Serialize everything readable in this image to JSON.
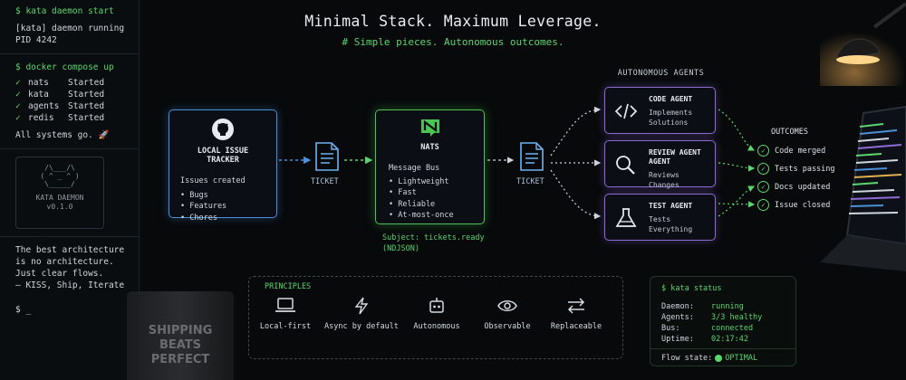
{
  "terminal": {
    "cmd1": "$ kata daemon start",
    "out1": "[kata] daemon running",
    "out2": "PID 4242",
    "cmd2": "$ docker compose up",
    "services": [
      {
        "name": "nats",
        "state": "Started"
      },
      {
        "name": "kata",
        "state": "Started"
      },
      {
        "name": "agents",
        "state": "Started"
      },
      {
        "name": "redis",
        "state": "Started"
      }
    ],
    "all_go": "All systems go. 🚀",
    "logo_art": " /\\___/\\ \n( ^ _ ^ )\n \\_____/ ",
    "logo_name": "KATA DAEMON",
    "logo_version": "v0.1.0",
    "quote": [
      "The best architecture",
      "is no architecture.",
      "Just clear flows.",
      "– KISS, Ship, Iterate"
    ],
    "prompt": "$ _"
  },
  "header": {
    "title": "Minimal Stack. Maximum Leverage.",
    "subtitle": "# Simple pieces. Autonomous outcomes."
  },
  "tracker": {
    "title": "LOCAL ISSUE TRACKER",
    "sub": "Issues created",
    "items": [
      "• Bugs",
      "• Features",
      "• Chores"
    ]
  },
  "ticket1": "TICKET",
  "ticket2": "TICKET",
  "nats": {
    "title": "NATS",
    "sub": "Message Bus",
    "items": [
      "• Lightweight",
      "• Fast",
      "• Reliable",
      "• At-most-once"
    ],
    "subject": "Subject: tickets.ready",
    "format": "(NDJSON)"
  },
  "agents": {
    "heading": "AUTONOMOUS AGENTS",
    "list": [
      {
        "name": "CODE AGENT",
        "desc": [
          "Implements",
          "Solutions"
        ]
      },
      {
        "name": "REVIEW AGENT AGENT",
        "desc": [
          "Reviews",
          "Changes"
        ]
      },
      {
        "name": "TEST AGENT",
        "desc": [
          "Tests",
          "Everything"
        ]
      }
    ]
  },
  "outcomes": {
    "heading": "OUTCOMES",
    "items": [
      "Code merged",
      "Tests passing",
      "Docs updated",
      "Issue closed"
    ]
  },
  "principles": {
    "heading": "PRINCIPLES",
    "items": [
      "Local-first",
      "Async by default",
      "Autonomous",
      "Observable",
      "Replaceable"
    ]
  },
  "status": {
    "cmd": "$ kata status",
    "rows": [
      {
        "k": "Daemon:",
        "v": "running"
      },
      {
        "k": "Agents:",
        "v": "3/3 healthy"
      },
      {
        "k": "Bus:",
        "v": "connected"
      },
      {
        "k": "Uptime:",
        "v": "02:17:42"
      }
    ],
    "flow_label": "Flow state:",
    "flow_value": "OPTIMAL"
  },
  "mug_text": [
    "SHIPPING",
    "BEATS",
    "PERFECT"
  ],
  "colors": {
    "green": "#5bd66d",
    "blue": "#4a8fd8",
    "purple": "#8f6ad6"
  }
}
